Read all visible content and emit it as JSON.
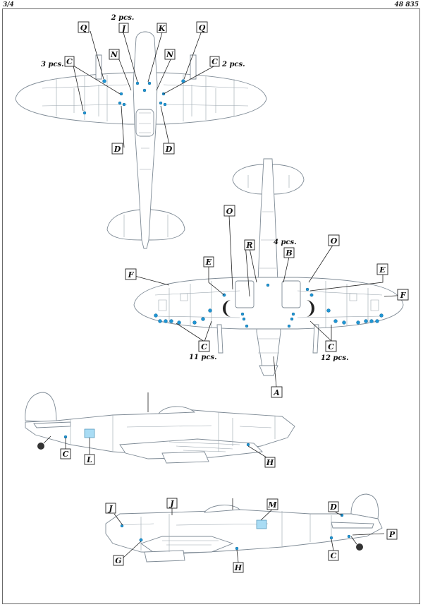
{
  "header": {
    "page": "3/4",
    "code": "48 835"
  },
  "labels": {
    "Q": "Q",
    "J": "J",
    "K": "K",
    "N": "N",
    "C": "C",
    "D": "D",
    "O": "O",
    "R": "R",
    "B": "B",
    "E": "E",
    "F": "F",
    "A": "A",
    "L": "L",
    "H": "H",
    "M": "M",
    "G": "G",
    "P": "P"
  },
  "quantities": {
    "top_j_pcs": "2 pcs.",
    "top_c_left_pcs": "3 pcs.",
    "top_c_right_pcs": "2 pcs.",
    "under_b_pcs": "4 pcs.",
    "under_c_left_pcs": "11 pcs.",
    "under_c_right_pcs": "12 pcs."
  },
  "colors": {
    "stencil_dot": "#1f95d4",
    "stencil_panel": "#a9dcf4",
    "outline": "#7f8b96"
  }
}
